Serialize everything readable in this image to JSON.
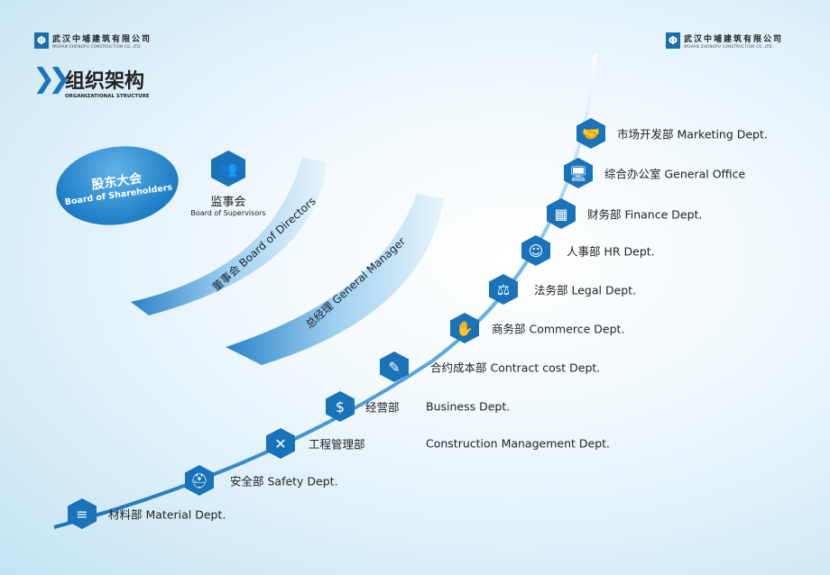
{
  "company": {
    "name_cn": "武汉中埔建筑有限公司",
    "name_en": "WUHAN ZHONGPU CONSTRUCTION CO.,LTD.",
    "logo_glyph": "Φ"
  },
  "title": {
    "cn": "组织架构",
    "en": "ORGANIZATIONAL STRUCTURE"
  },
  "shareholders": {
    "cn": "股东大会",
    "en": "Board of Shareholders"
  },
  "supervisors": {
    "cn": "监事会",
    "en": "Board of Supervisors",
    "icon": "people-icon"
  },
  "directors": "董事会 Board of Directors",
  "manager": "总经理 General Manager",
  "accent": "#1a73b9",
  "departments": [
    {
      "label": "市场开发部 Marketing Dept.",
      "icon": "handshake-icon",
      "glyph": "🤝"
    },
    {
      "label": "综合办公室 General Office",
      "icon": "computer-icon",
      "glyph": "🖥"
    },
    {
      "label": "财务部 Finance Dept.",
      "icon": "calculator-icon",
      "glyph": "▦"
    },
    {
      "label": "人事部 HR Dept.",
      "icon": "id-card-icon",
      "glyph": "☺"
    },
    {
      "label": "法务部 Legal Dept.",
      "icon": "scales-icon",
      "glyph": "⚖"
    },
    {
      "label": "商务部 Commerce  Dept.",
      "icon": "hand-money-icon",
      "glyph": "✋"
    },
    {
      "label": "合约成本部 Contract cost Dept.",
      "icon": "document-pen-icon",
      "glyph": "✎"
    },
    {
      "label": "经营部",
      "label2": "Business Dept.",
      "icon": "chart-dollar-icon",
      "glyph": "$"
    },
    {
      "label": "工程管理部",
      "label2": "Construction Management  Dept.",
      "icon": "tools-icon",
      "glyph": "✕"
    },
    {
      "label": "安全部 Safety Dept.",
      "icon": "hardhat-icon",
      "glyph": "⛑"
    },
    {
      "label": "材料部 Material Dept.",
      "icon": "materials-icon",
      "glyph": "≡"
    }
  ]
}
